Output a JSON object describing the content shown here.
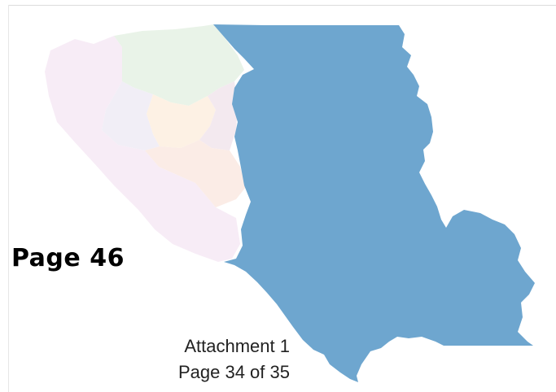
{
  "stamp": {
    "page_label": "Page 46"
  },
  "attachment": {
    "line1": "Attachment 1",
    "line2": "Page 34 of 35"
  },
  "map": {
    "highlight_color": "#6ea6cf",
    "regions": [
      {
        "id": "west",
        "color": "#f7ecf6"
      },
      {
        "id": "north",
        "color": "#e9f3e8"
      },
      {
        "id": "center-north",
        "color": "#f1eef6"
      },
      {
        "id": "center",
        "color": "#fdf1e4"
      },
      {
        "id": "east-small",
        "color": "#f3e9ef"
      },
      {
        "id": "south-center",
        "color": "#fbece6"
      },
      {
        "id": "highlighted",
        "color": "#6ea6cf"
      }
    ]
  }
}
